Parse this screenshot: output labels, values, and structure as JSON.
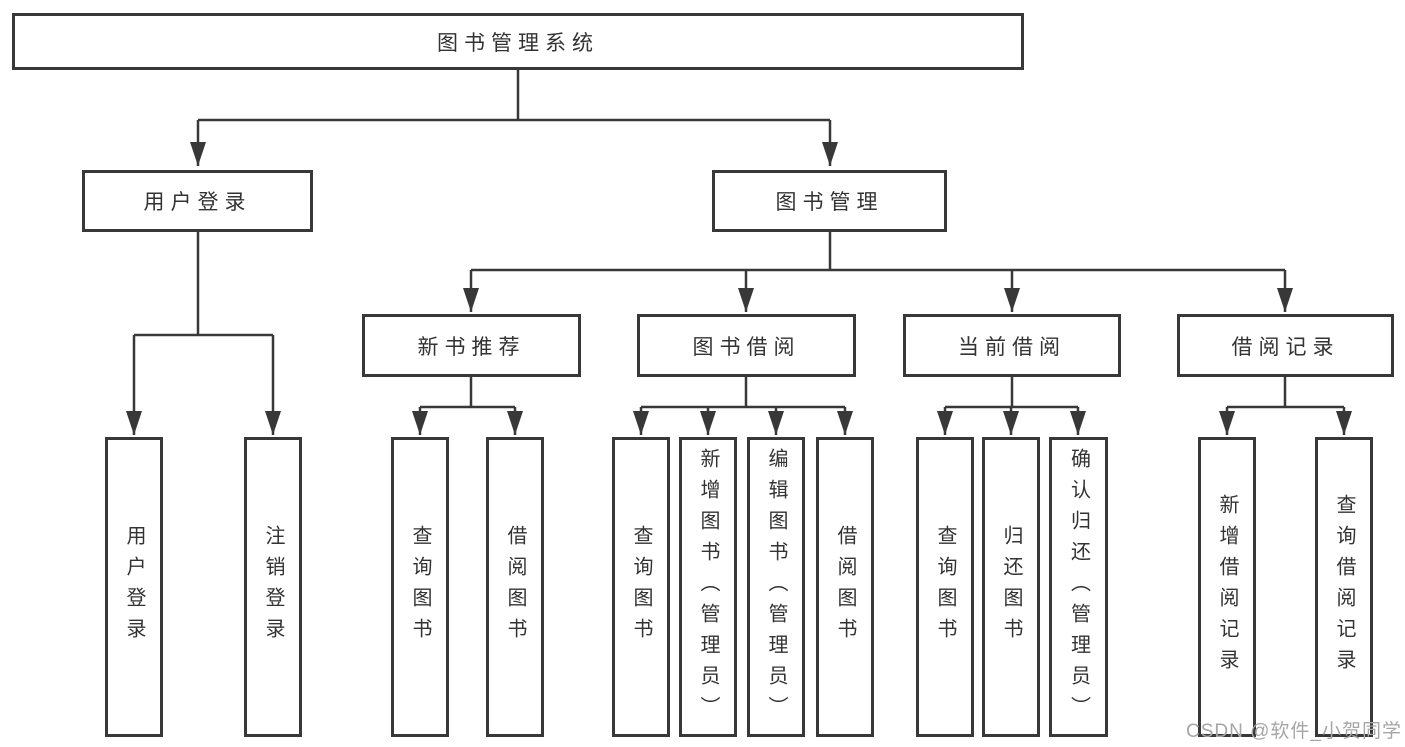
{
  "tree": {
    "root": {
      "label": "图书管理系统"
    },
    "branches": [
      {
        "label": "用户登录",
        "children": [
          {
            "label": "用户登录"
          },
          {
            "label": "注销登录"
          }
        ]
      },
      {
        "label": "图书管理",
        "children": [
          {
            "label": "新书推荐",
            "children": [
              {
                "label": "查询图书"
              },
              {
                "label": "借阅图书"
              }
            ]
          },
          {
            "label": "图书借阅",
            "children": [
              {
                "label": "查询图书"
              },
              {
                "label": "新增图书（管理员）"
              },
              {
                "label": "编辑图书（管理员）"
              },
              {
                "label": "借阅图书"
              }
            ]
          },
          {
            "label": "当前借阅",
            "children": [
              {
                "label": "查询图书"
              },
              {
                "label": "归还图书"
              },
              {
                "label": "确认归还（管理员）"
              }
            ]
          },
          {
            "label": "借阅记录",
            "children": [
              {
                "label": "新增借阅记录"
              },
              {
                "label": "查询借阅记录"
              }
            ]
          }
        ]
      }
    ]
  },
  "watermark": {
    "text": "CSDN @软件_小贺同学"
  },
  "colors": {
    "line": "#383838",
    "border": "#383838",
    "text": "#333333",
    "watermark": "#a6a6a6",
    "background": "#ffffff"
  }
}
